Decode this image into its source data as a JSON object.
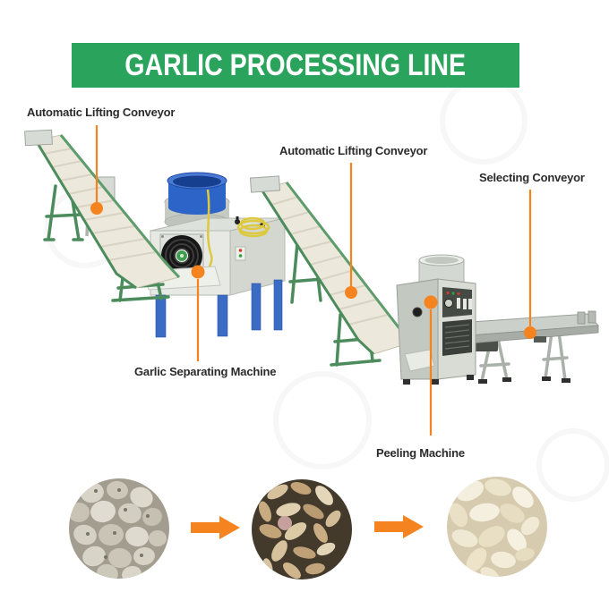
{
  "banner": {
    "title": "GARLIC PROCESSING LINE",
    "bg_color": "#2aa45c",
    "text_color": "#ffffff"
  },
  "labels": {
    "lifting_conveyor_left": "Automatic Lifting Conveyor",
    "lifting_conveyor_right": "Automatic Lifting Conveyor",
    "selecting_conveyor": "Selecting Conveyor",
    "separating_machine": "Garlic Separating Machine",
    "peeling_machine": "Peeling Machine"
  },
  "process_flow": {
    "stages": [
      {
        "name": "whole-garlic-bulbs"
      },
      {
        "name": "separated-garlic-cloves"
      },
      {
        "name": "peeled-garlic-cloves"
      }
    ],
    "arrow_icon": "right-arrow",
    "arrow_color": "#f5831f"
  },
  "colors": {
    "banner_green": "#2aa45c",
    "callout_orange": "#f5831f",
    "label_text": "#2b2b2b",
    "conveyor_frame_green": "#4c8c5c",
    "belt_cream": "#ece8dc",
    "machine_steel": "#d8dcd5",
    "tub_blue": "#2d64c8",
    "leg_blue": "#3a6cc5"
  }
}
